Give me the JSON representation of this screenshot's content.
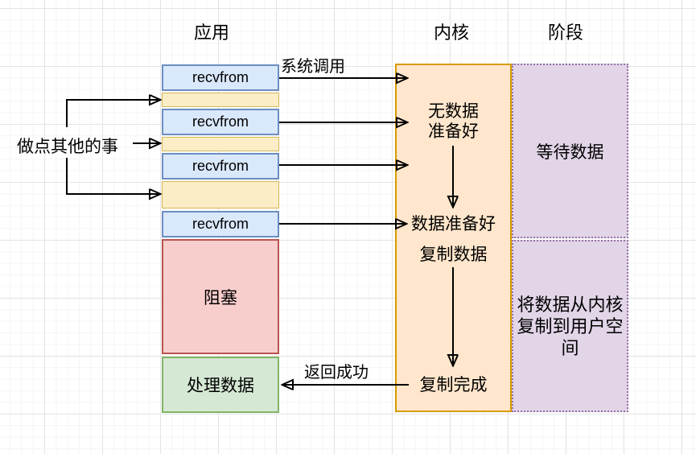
{
  "headers": {
    "application": "应用",
    "kernel": "内核",
    "stage": "阶段"
  },
  "application_column": {
    "recvfrom": "recvfrom",
    "blocking": "阻塞",
    "process_data": "处理数据"
  },
  "kernel_column": {
    "no_data_lines": [
      "无数据",
      "准备好"
    ],
    "data_ready": "数据准备好",
    "copy_data": "复制数据",
    "copy_done": "复制完成"
  },
  "stage_column": {
    "wait_data": "等待数据",
    "copy_to_user_lines": [
      "将数据从内核",
      "复制到用户空",
      "间"
    ]
  },
  "labels": {
    "do_other_things": "做点其他的事",
    "system_call": "系统调用",
    "return_success": "返回成功"
  },
  "colors": {
    "blue_fill": "#dae8fc",
    "blue_stroke": "#6c8ebf",
    "yellow_fill": "#fbeec6",
    "yellow_stroke": "#d6b656",
    "orange_fill": "#ffe6cc",
    "orange_stroke": "#d79b00",
    "purple_fill": "#e1d5e7",
    "purple_stroke": "#9673a6",
    "red_fill": "#f8cecc",
    "red_stroke": "#b85450",
    "green_fill": "#d5e8d4",
    "green_stroke": "#82b366",
    "arrow": "#000000"
  }
}
